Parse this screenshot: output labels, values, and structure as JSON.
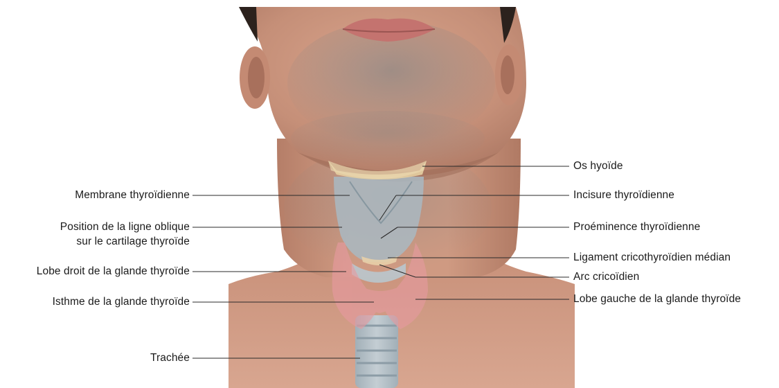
{
  "labels": {
    "os_hyoide": "Os hyoïde",
    "membrane_thyroidienne": "Membrane thyroïdienne",
    "incisure_thyroidienne": "Incisure thyroïdienne",
    "position_ligne_oblique_1": "Position de la ligne oblique",
    "position_ligne_oblique_2": "sur le cartilage thyroïde",
    "proeminence_thyroidienne": "Proéminence thyroïdienne",
    "ligament_cricothyroidien": "Ligament cricothyroïdien médian",
    "lobe_droit": "Lobe droit de la glande thyroïde",
    "arc_cricoidien": "Arc cricoïdien",
    "isthme": "Isthme de la glande thyroïde",
    "lobe_gauche": "Lobe gauche de la glande thyroïde",
    "trachee": "Trachée"
  },
  "colors": {
    "skin": "#c9957f",
    "skin_shadow": "#a8735f",
    "beard": "#7d7a78",
    "cartilage": "#a9b9c2",
    "hyoid": "#e6cfa2",
    "thyroid_gland": "#e69aa0",
    "lip": "#c4736f"
  }
}
